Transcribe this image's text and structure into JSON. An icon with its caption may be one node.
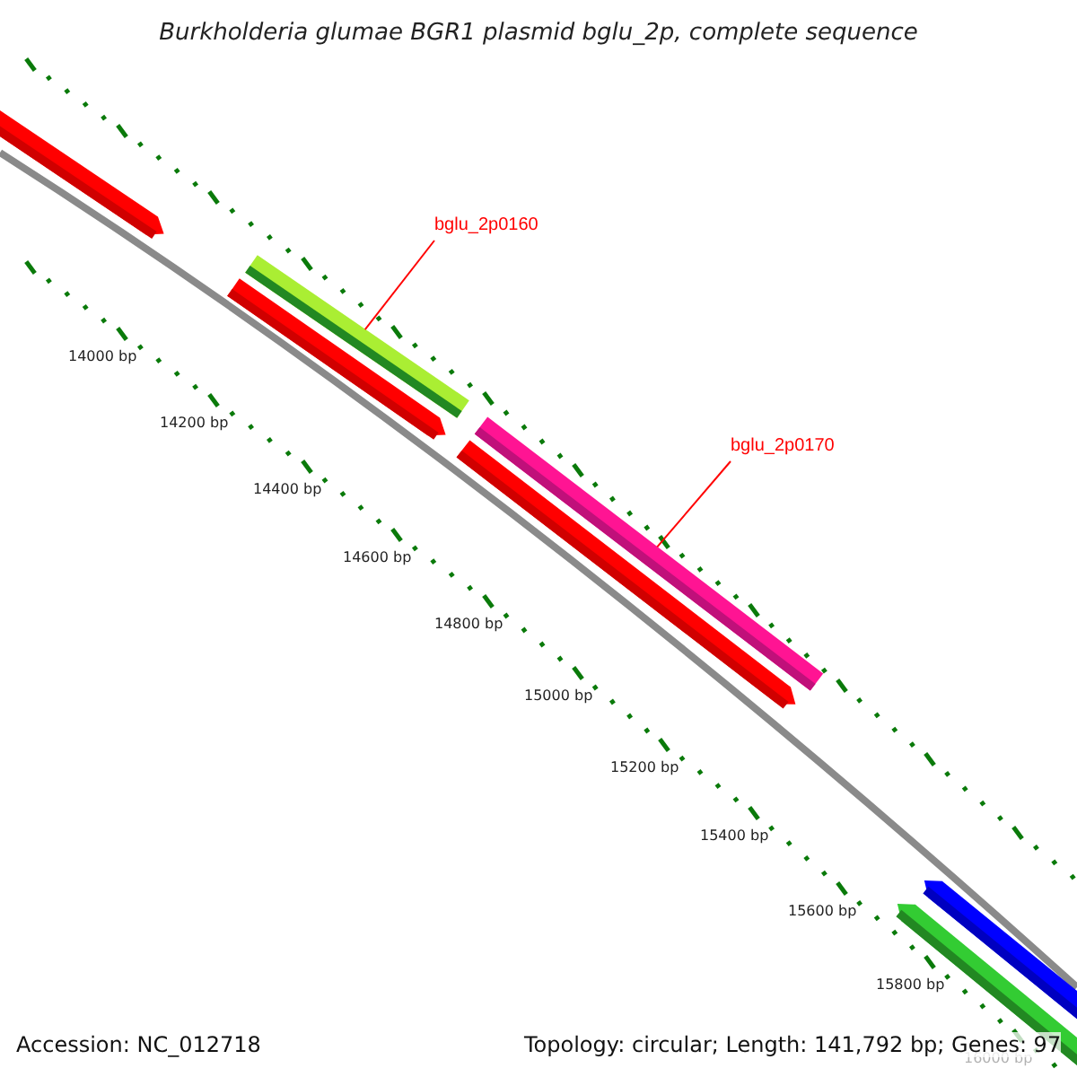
{
  "diagram": {
    "title": "Burkholderia glumae BGR1 plasmid bglu_2p, complete sequence",
    "nodes": [
      {
        "text": [
          "bglu_2p0160"
        ]
      },
      {
        "text": [],
        "shape": "bar"
      },
      {
        "text": [
          "bglu_2p0170"
        ]
      },
      {
        "text": [],
        "shape": "bar"
      }
    ],
    "edges": [
      {
        "from": 0,
        "to": 1,
        "arrow": "none"
      },
      {
        "from": 2,
        "to": 3,
        "arrow": "none"
      }
    ],
    "labels": [
      "14000 bp",
      "14200 bp",
      "14400 bp",
      "14600 bp",
      "14800 bp",
      "15000 bp",
      "15200 bp",
      "15400 bp",
      "15600 bp",
      "15800 bp",
      "16000 bp",
      "Accession: NC_012718",
      "Topology: circular; Length: 141,792 bp; Genes: 97"
    ]
  }
}
